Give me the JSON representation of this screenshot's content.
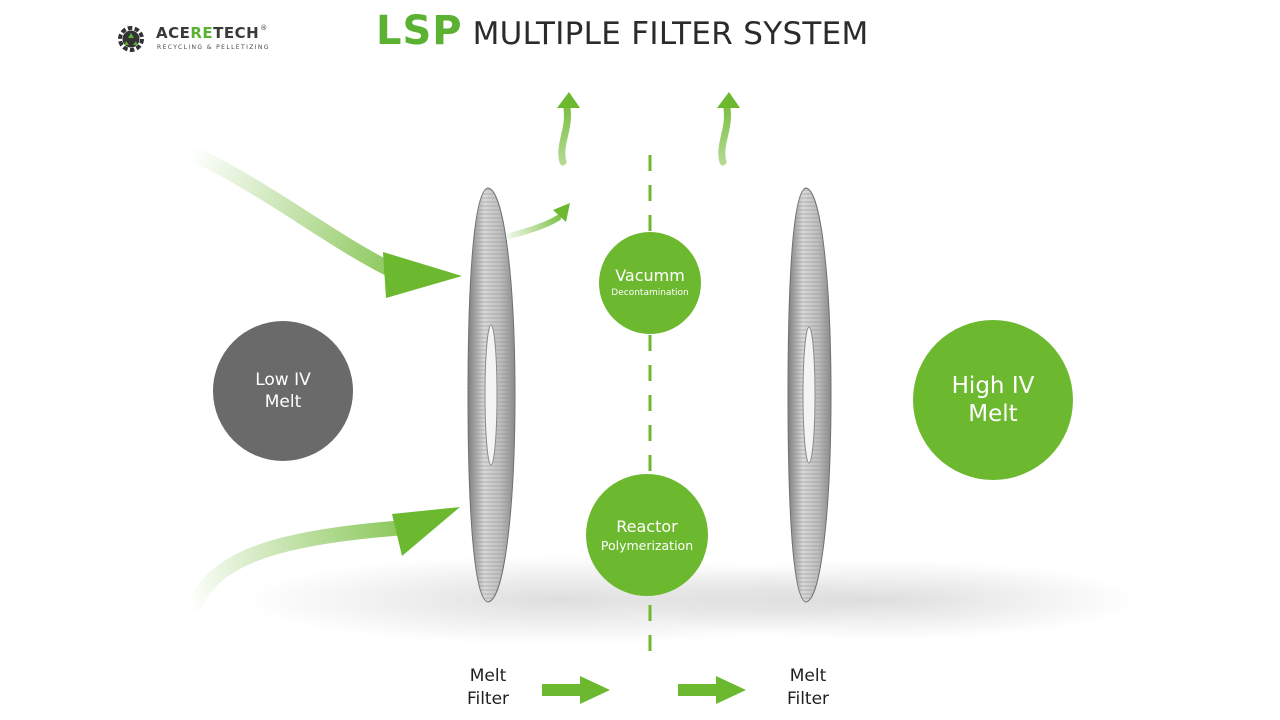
{
  "logo": {
    "brand_left": "ACE",
    "brand_mid": "RE",
    "brand_right": "TECH",
    "registered": "®",
    "tagline": "RECYCLING & PELLETIZING"
  },
  "title": {
    "highlight": "LSP",
    "text": "MULTIPLE FILTER SYSTEM"
  },
  "nodes": {
    "low_iv": {
      "line1": "Low IV",
      "line2": "Melt"
    },
    "high_iv": {
      "line1": "High IV",
      "line2": "Melt"
    },
    "vacuum": {
      "line1": "Vacumm",
      "line2": "Decontamination"
    },
    "reactor": {
      "line1": "Reactor",
      "line2": "Polymerization"
    }
  },
  "labels": {
    "filter_left": {
      "line1": "Melt",
      "line2": "Filter"
    },
    "filter_right": {
      "line1": "Melt",
      "line2": "Filter"
    }
  },
  "colors": {
    "accent_green": "#6cb82f",
    "brand_green": "#5bb232",
    "low_melt_gray": "#6a6a6a",
    "text_dark": "#2b2b2b"
  }
}
